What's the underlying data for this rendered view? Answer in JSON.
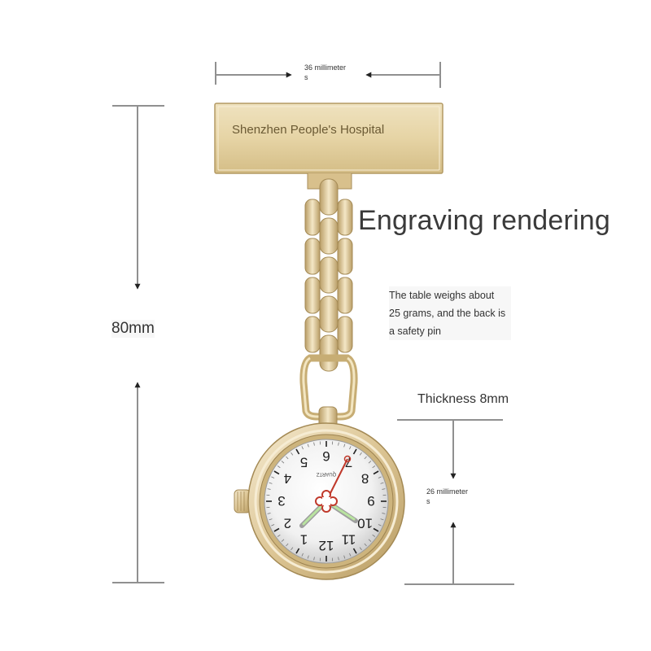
{
  "title": "Engraving rendering",
  "plate_text": "Shenzhen People's Hospital",
  "note_lines": [
    "The table weighs about",
    "25 grams, and the back is",
    "a safety pin"
  ],
  "height_label": "80mm",
  "thickness_label": "Thickness 8mm",
  "width_label_lines": [
    "36 millimeter",
    "s"
  ],
  "dial_label_lines": [
    "26 millimeter",
    "s"
  ],
  "dial": {
    "numerals": [
      "12",
      "1",
      "2",
      "3",
      "4",
      "5",
      "6",
      "7",
      "8",
      "9",
      "10",
      "11"
    ],
    "brand": "QUARTZ"
  },
  "colors": {
    "gold": "#d9c28a",
    "gold_dark": "#a48a55",
    "gold_light": "#f3e6c2",
    "hand_red": "#c0392b",
    "lume_green": "#b9e4a0",
    "dimension_line": "#222222"
  }
}
